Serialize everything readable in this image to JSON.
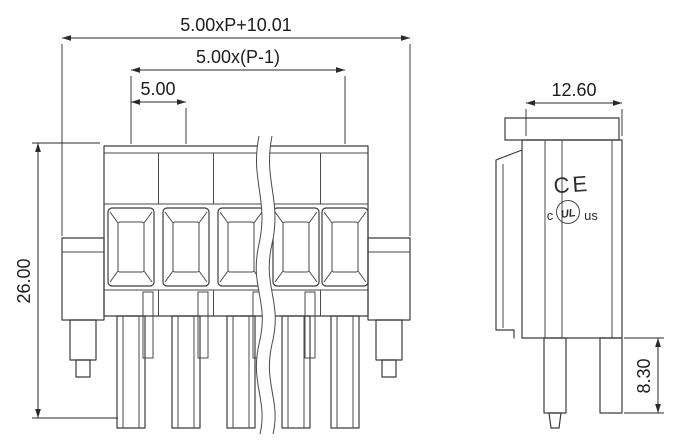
{
  "dimensions": {
    "overall_width": "5.00xP+10.01",
    "pitch_span": "5.00x(P-1)",
    "pitch": "5.00",
    "height": "26.00",
    "side_width": "12.60",
    "foot_height": "8.30"
  },
  "markings": {
    "ce": "CE",
    "ul_c": "c",
    "ul": "UL",
    "ul_us": "us"
  },
  "colors": {
    "line": "#3c3c3c",
    "dimension": "#2a2a2a",
    "background": "#ffffff"
  }
}
